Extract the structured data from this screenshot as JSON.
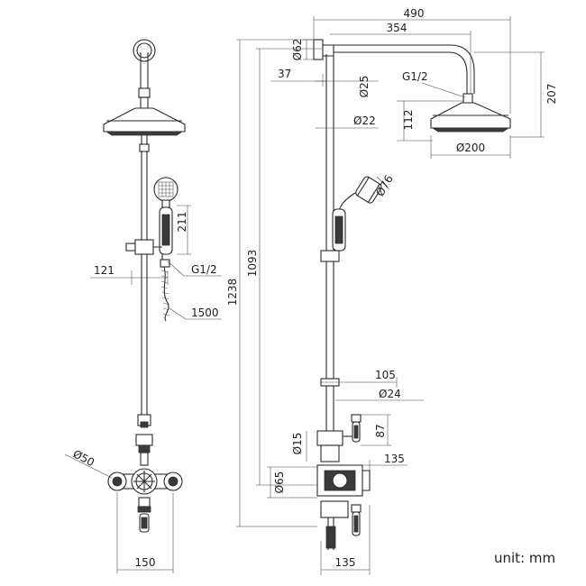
{
  "dimensions": {
    "overall_width": "490",
    "arm_length": "354",
    "wall_flange": "Ø62",
    "arm_offset": "37",
    "riser_top": "Ø25",
    "head_thread": "G1/2",
    "head_height": "112",
    "head_drop": "207",
    "riser_dia": "Ø22",
    "head_dia": "Ø200",
    "handset_dia": "Ø76",
    "handset_length": "211",
    "holder_offset": "121",
    "hose_thread": "G1/2",
    "hose_length": "1500",
    "total_height": "1238",
    "riser_height": "1093",
    "valve_projection": "105",
    "control_dia": "Ø24",
    "handle_height": "87",
    "outlet_dia": "Ø15",
    "outlet_projection": "135",
    "body_dia": "Ø65",
    "bottom_projection": "135",
    "inlet_flange": "Ø50",
    "inlet_centres": "150"
  },
  "units_note": "unit: mm"
}
